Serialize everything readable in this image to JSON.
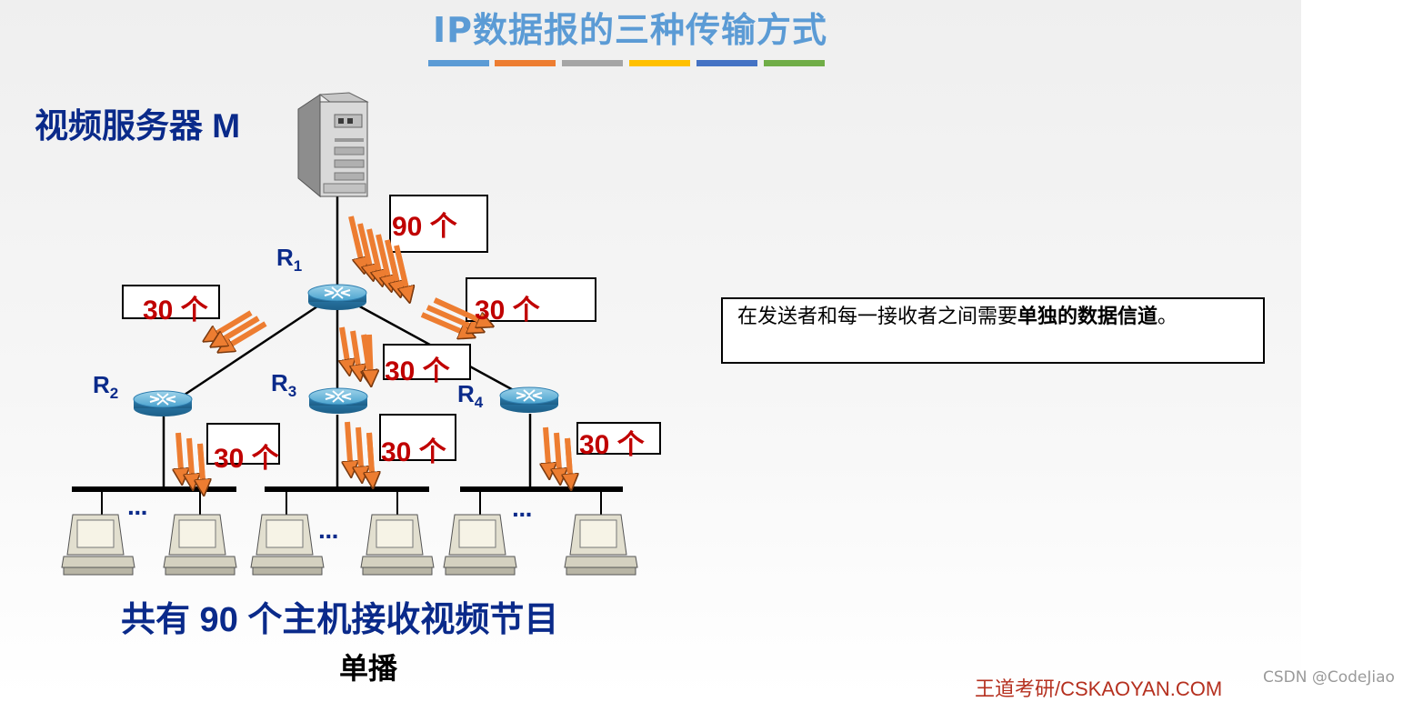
{
  "title": "IP数据报的三种传输方式",
  "color_bars": [
    "#5b9bd5",
    "#ed7d31",
    "#a5a5a5",
    "#ffc000",
    "#4472c4",
    "#70ad47"
  ],
  "server_label": "视频服务器 M",
  "routers": [
    {
      "name": "R",
      "sub": "1"
    },
    {
      "name": "R",
      "sub": "2"
    },
    {
      "name": "R",
      "sub": "3"
    },
    {
      "name": "R",
      "sub": "4"
    }
  ],
  "counts": {
    "server_to_r1": "90 个",
    "r1_to_r2": "30 个",
    "r1_to_r3": "30 个",
    "r1_to_r4": "30 个",
    "r2_lan": "30 个",
    "r3_lan": "30 个",
    "r4_lan": "30 个"
  },
  "ellipsis": "···",
  "note": {
    "prefix": "在发送者和每一接收者之间需要",
    "bold": "单独的数据信道",
    "suffix": "。"
  },
  "caption": "共有 90 个主机接收视频节目",
  "mode": "单播",
  "brand": "王道考研/CSKAOYAN.COM",
  "watermark": "CSDN @CodeJiao",
  "colors": {
    "title": "#5b9bd5",
    "label_blue": "#0a2a8a",
    "count_red": "#c00000",
    "arrow_orange": "#ed7d31",
    "brand": "#b5301f"
  }
}
